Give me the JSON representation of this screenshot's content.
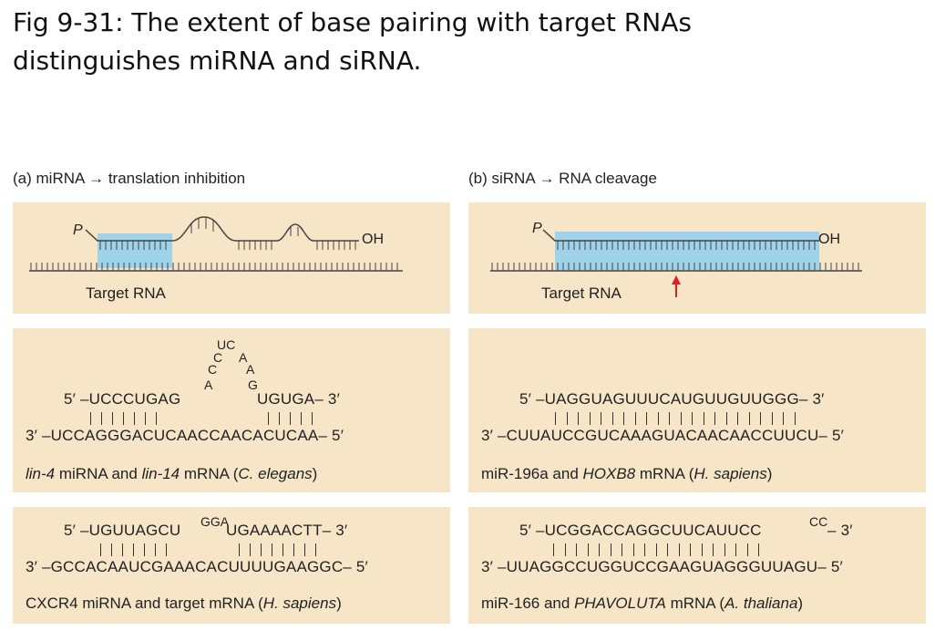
{
  "title": {
    "line1": "Fig 9-31: The extent of base pairing with target RNAs",
    "line2": "distinguishes miRNA and siRNA."
  },
  "panel_a": {
    "heading": "(a) miRNA → translation inhibition",
    "diagram": {
      "p_label": "P",
      "oh_label": "OH",
      "target_label": "Target RNA"
    },
    "ex1": {
      "loop_top": "UC",
      "loop_l1": "C",
      "loop_r1": "A",
      "loop_l2": "C",
      "loop_r2": "A",
      "loop_l3": "A",
      "loop_r3": "G",
      "top_left": "5′ –UCCCUGAG",
      "top_right": "UGUGA– 3′",
      "bottom": "3′ –UCCAGGGACUCAACCAACACUCAA– 5′",
      "caption_italic": "lin-4",
      "caption_mid": " miRNA and ",
      "caption_italic2": "lin-14",
      "caption_end": " mRNA (",
      "caption_species": "C. elegans",
      "caption_close": ")"
    },
    "ex2": {
      "bulge": "GGA",
      "top_left": "5′ –UGUUAGCU",
      "top_right": "UGAAAACTT– 3′",
      "bottom": "3′ –GCCACAAUCGAAACACUUUUGAAGGC– 5′",
      "caption": "CXCR4 miRNA and target mRNA (",
      "caption_species": "H. sapiens",
      "caption_close": ")"
    }
  },
  "panel_b": {
    "heading": "(b) siRNA → RNA cleavage",
    "diagram": {
      "p_label": "P",
      "oh_label": "OH",
      "target_label": "Target RNA"
    },
    "ex1": {
      "top": "5′ –UAGGUAGUUUCAUGUUGUUGGG– 3′",
      "bottom": "3′ –CUUAUCCGUCAAAGUACAACAACCUUCU– 5′",
      "caption_start": "miR-196a and ",
      "caption_gene": "HOXB8",
      "caption_mid": " mRNA (",
      "caption_species": "H. sapiens",
      "caption_close": ")"
    },
    "ex2": {
      "top_left": "5′ –UCGGACCAGGCUUCAUUCC",
      "overhang": "CC",
      "top_right": "– 3′",
      "bottom": "3′ –UUAGGCCUGGUCCGAAGUAGGGUUAGU– 5′",
      "caption_start": "miR-166 and ",
      "caption_gene": "PHAVOLUTA",
      "caption_mid": " mRNA (",
      "caption_species": "A. thaliana",
      "caption_close": ")"
    }
  },
  "colors": {
    "box": "#f6e6c7",
    "duplex_highlight": "#9fd3ec",
    "cleavage_arrow": "#e02020"
  },
  "icons": {
    "cleavage_site": "up-arrow-icon"
  }
}
